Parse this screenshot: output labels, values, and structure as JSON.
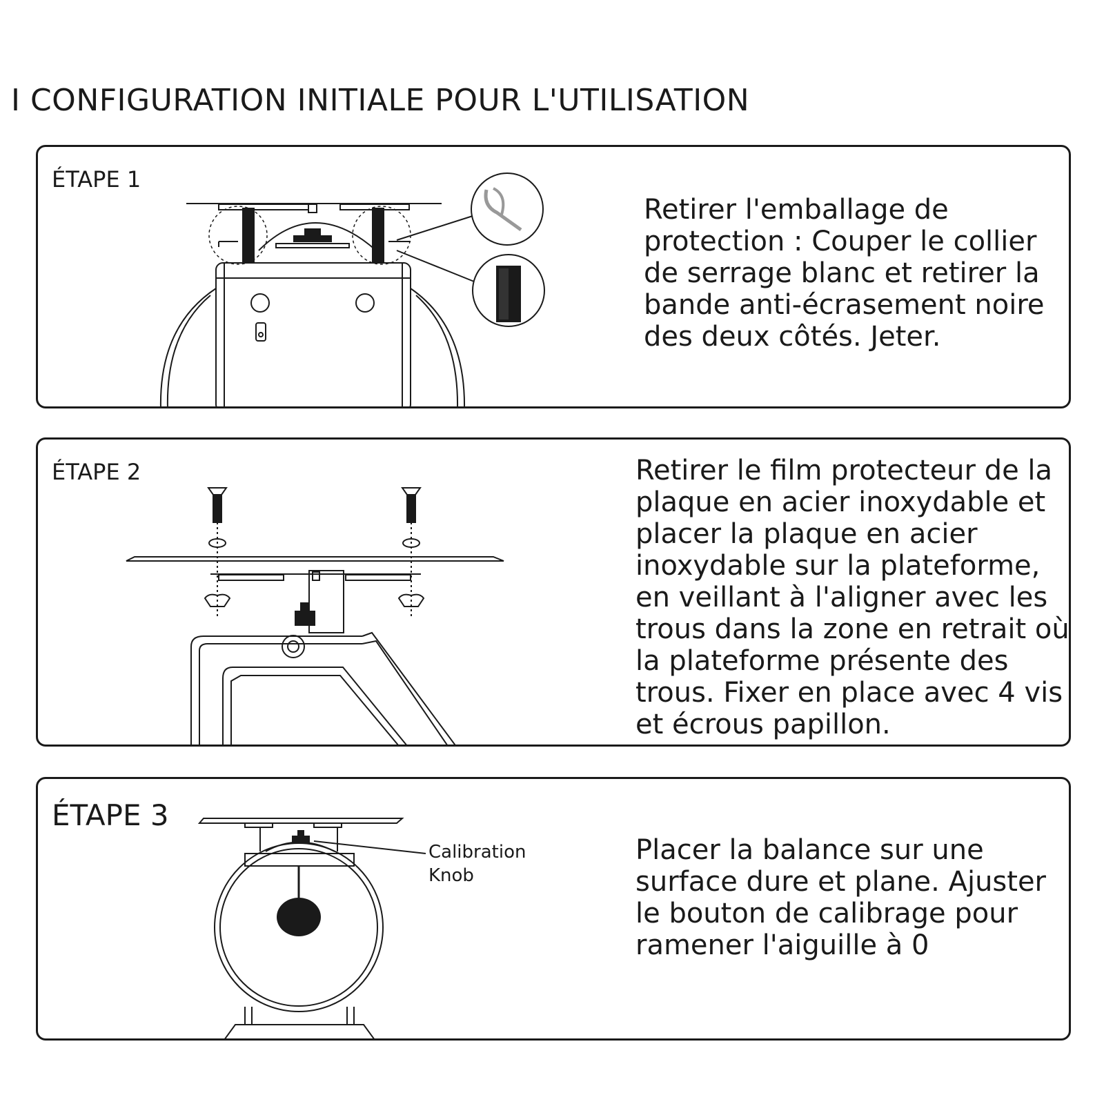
{
  "title": "I CONFIGURATION INITIALE POUR L'UTILISATION",
  "steps": [
    {
      "label": "ÉTAPE 1",
      "text": "Retirer l'emballage de protection : Couper le collier de serrage blanc et retirer la bande anti-écrasement noire des deux côtés. Jeter."
    },
    {
      "label": "ÉTAPE 2",
      "text": "Retirer le film protecteur de la plaque en acier inoxydable et placer la plaque en acier inoxydable sur la plateforme, en veillant à l'aligner avec les trous dans la zone en retrait où la plateforme présente des trous. Fixer en place avec 4 vis et écrous papillon."
    },
    {
      "label": "ÉTAPE 3",
      "text": "Placer la balance sur une surface dure et plane. Ajuster le bouton de calibrage pour ramener l'aiguille à 0",
      "callout_line1": "Calibration",
      "callout_line2": "Knob"
    }
  ]
}
